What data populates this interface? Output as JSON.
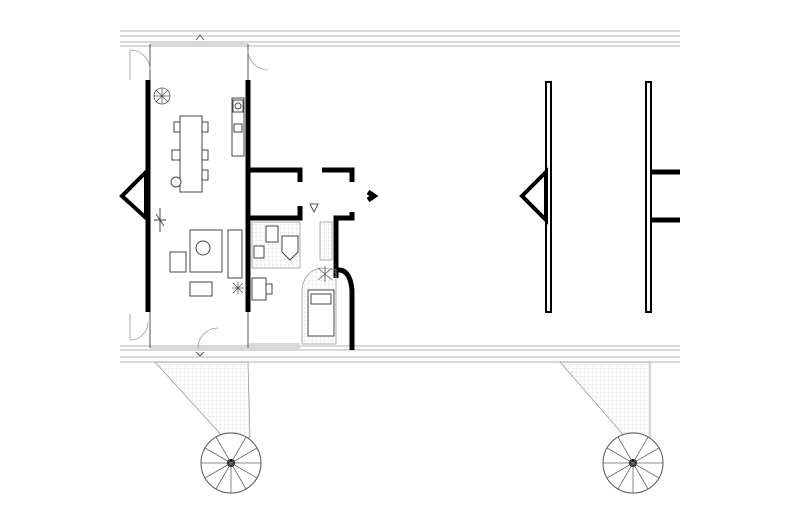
{
  "drawing": {
    "type": "architectural floor plan",
    "line_color": "#000000",
    "secondary_line_color": "#9a9a9a",
    "background": "#ffffff"
  },
  "elements": {
    "spiral_stairs_count": 2,
    "free_standing_columns_count": 2
  }
}
